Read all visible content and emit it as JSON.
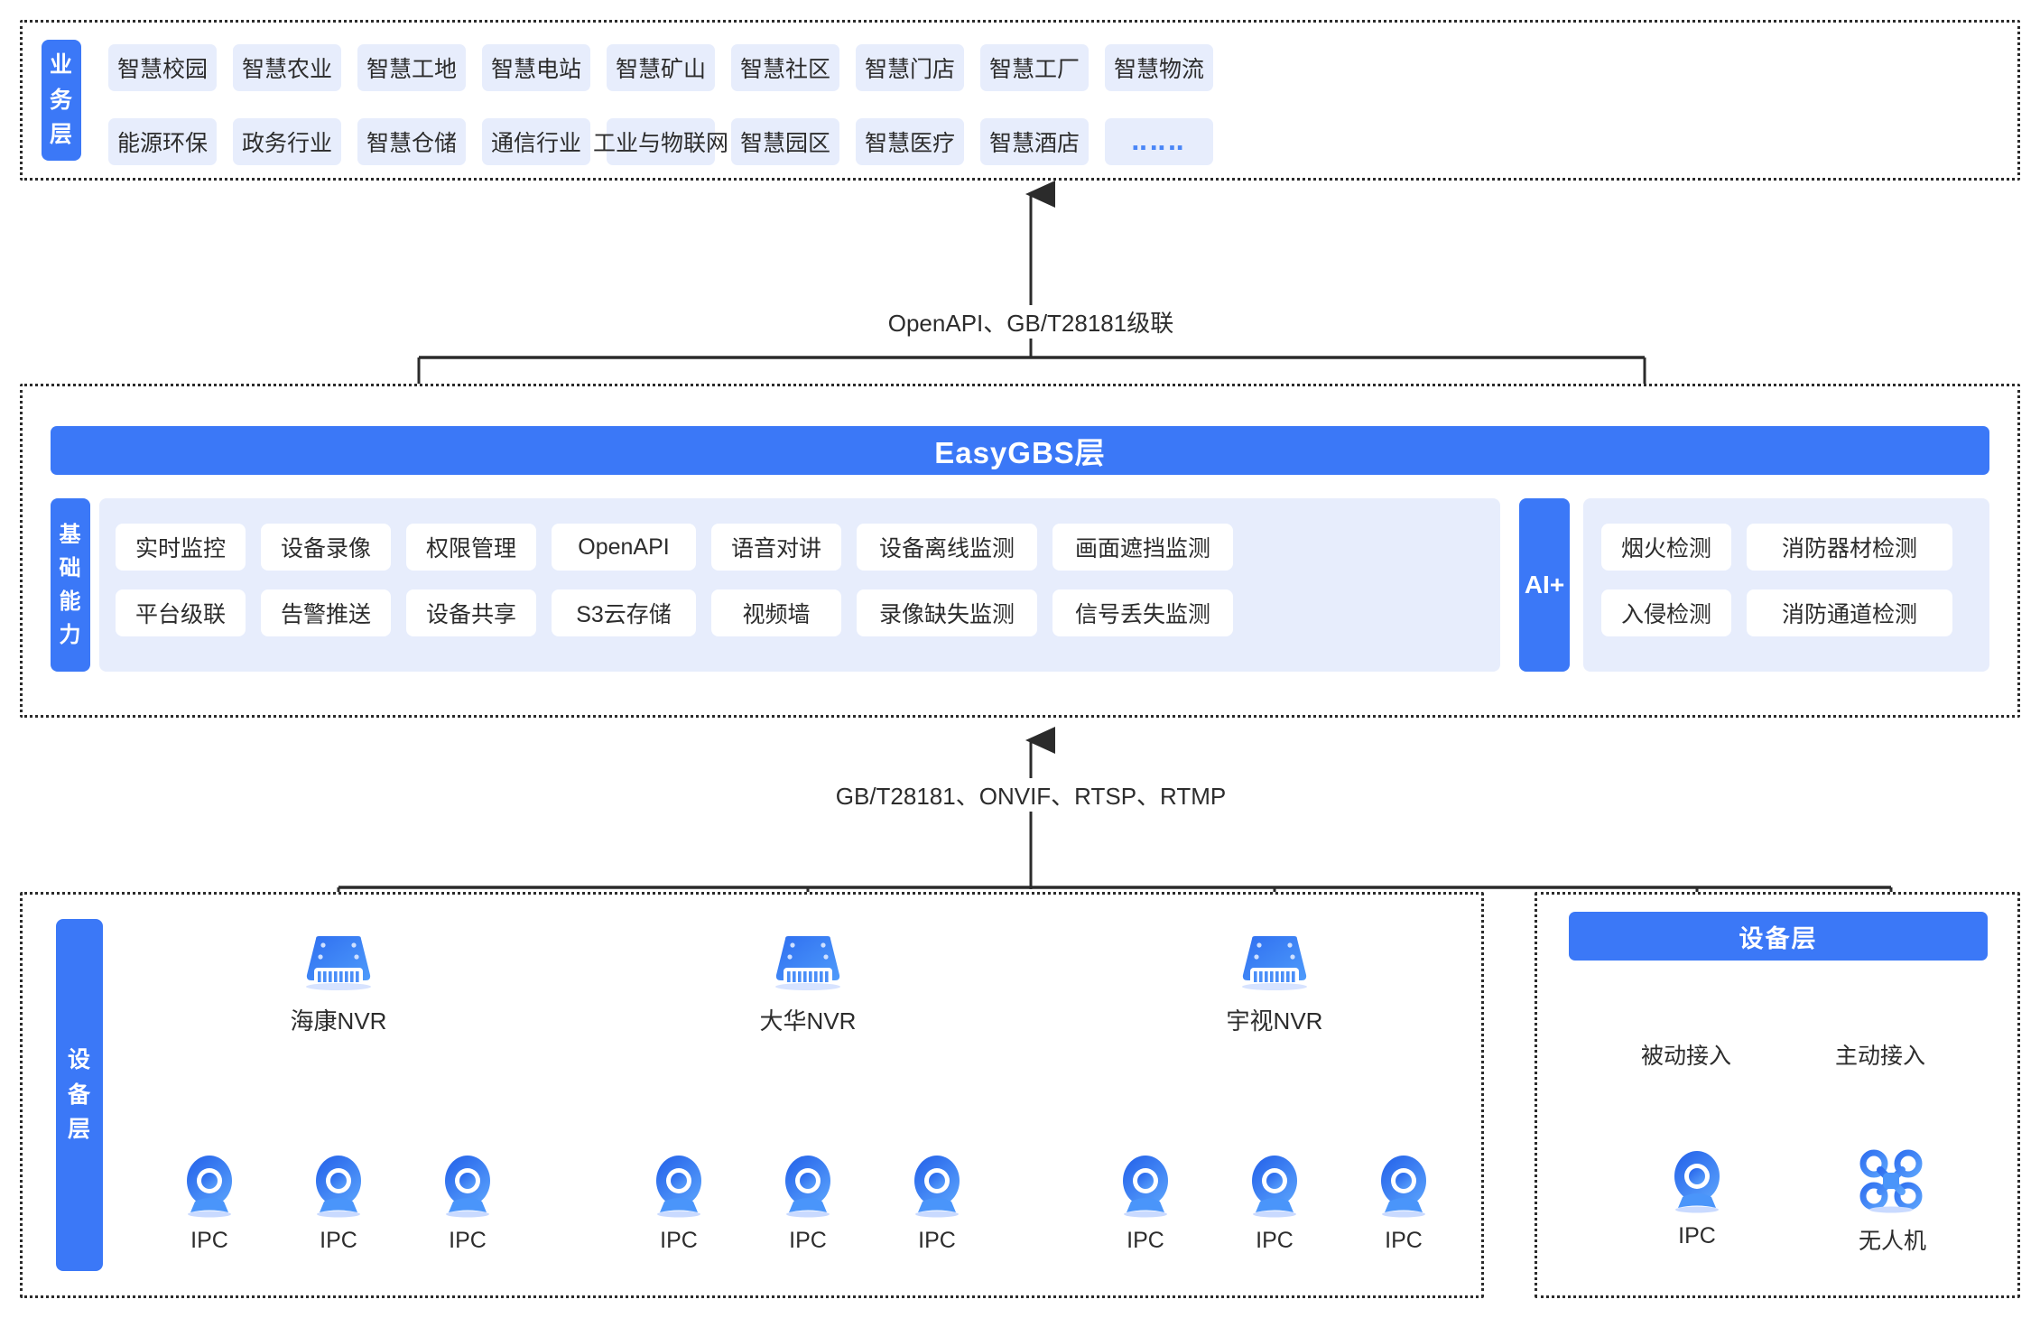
{
  "layers": {
    "business": {
      "label_chars": [
        "业",
        "务",
        "层"
      ],
      "row1": [
        "智慧校园",
        "智慧农业",
        "智慧工地",
        "智慧电站",
        "智慧矿山",
        "智慧社区",
        "智慧门店",
        "智慧工厂",
        "智慧物流"
      ],
      "row2": [
        "能源环保",
        "政务行业",
        "智慧仓储",
        "通信行业",
        "工业与物联网",
        "智慧园区",
        "智慧医疗",
        "智慧酒店",
        "‥‥‥"
      ]
    },
    "platform": {
      "title": "EasyGBS层",
      "label_chars": [
        "基",
        "础",
        "能",
        "力"
      ],
      "capabilities_row1": [
        "实时监控",
        "设备录像",
        "权限管理",
        "OpenAPI",
        "语音对讲",
        "设备离线监测",
        "画面遮挡监测"
      ],
      "capabilities_row2": [
        "平台级联",
        "告警推送",
        "设备共享",
        "S3云存储",
        "视频墙",
        "录像缺失监测",
        "信号丢失监测"
      ],
      "ai_badge": "AI+",
      "ai_row1": [
        "烟火检测",
        "消防器材检测"
      ],
      "ai_row2": [
        "入侵检测",
        "消防通道检测"
      ]
    },
    "device": {
      "label_chars": [
        "设",
        "备",
        "层"
      ],
      "nvr_groups": [
        {
          "name": "海康NVR",
          "cameras": [
            "IPC",
            "IPC",
            "IPC"
          ]
        },
        {
          "name": "大华NVR",
          "cameras": [
            "IPC",
            "IPC",
            "IPC"
          ]
        },
        {
          "name": "宇视NVR",
          "cameras": [
            "IPC",
            "IPC",
            "IPC"
          ]
        }
      ],
      "right_panel": {
        "title": "设备层",
        "branches": [
          {
            "access": "被动接入",
            "device": "IPC",
            "icon": "camera-icon"
          },
          {
            "access": "主动接入",
            "device": "无人机",
            "icon": "drone-icon"
          }
        ]
      }
    }
  },
  "connectors": {
    "business_to_platform": "OpenAPI、GB/T28181级联",
    "device_to_platform": "GB/T28181、ONVIF、RTSP、RTMP"
  },
  "colors": {
    "brand_blue": "#3B78F7",
    "tile_bg": "#E7EDFC",
    "line": "#2b2b2b",
    "text": "#2c2c2c"
  }
}
